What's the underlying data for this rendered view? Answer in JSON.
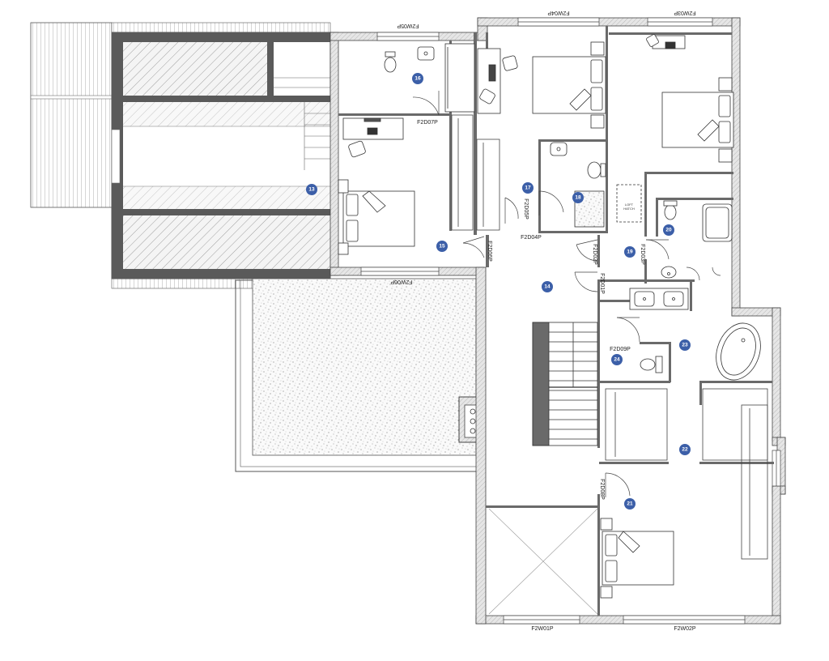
{
  "plan": {
    "room_tags": [
      {
        "id": "tag-13",
        "text": "13"
      },
      {
        "id": "tag-14",
        "text": "14"
      },
      {
        "id": "tag-15",
        "text": "15"
      },
      {
        "id": "tag-16",
        "text": "16"
      },
      {
        "id": "tag-17",
        "text": "17"
      },
      {
        "id": "tag-18",
        "text": "18"
      },
      {
        "id": "tag-19",
        "text": "19"
      },
      {
        "id": "tag-20",
        "text": "20"
      },
      {
        "id": "tag-21",
        "text": "21"
      },
      {
        "id": "tag-22",
        "text": "22"
      },
      {
        "id": "tag-23",
        "text": "23"
      },
      {
        "id": "tag-24",
        "text": "24"
      }
    ],
    "windows": {
      "w05_top_left": "F2W05P",
      "w04_top": "F2W04P",
      "w03_top_right": "F2W03P",
      "w06_mid": "F2W06P",
      "w01_bottom": "F2W01P",
      "w02_bottom": "F2W02P"
    },
    "doors": {
      "d07": "F2D07P",
      "d05": "F2D05P",
      "d04": "F2D04P",
      "d06": "F2D06P",
      "d02": "F2D02P",
      "d03": "F2D03P",
      "d01": "F2D01P",
      "d09": "F2D09P",
      "d08": "F2D08P"
    },
    "notes": {
      "loft_hatch": "LOFT HATCH"
    },
    "colors": {
      "wall": "#555555",
      "tag_fill": "#3c5fa8",
      "line": "#333333"
    }
  }
}
